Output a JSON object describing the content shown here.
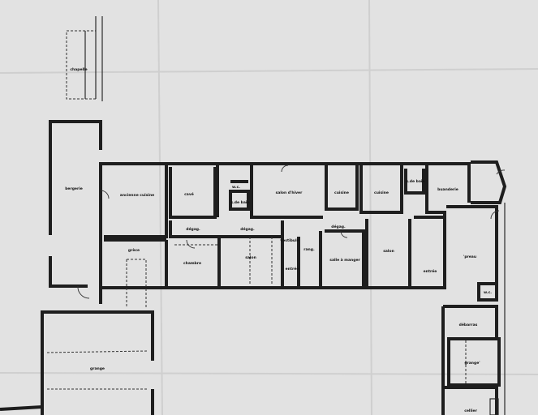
{
  "plan": {
    "rooms": {
      "chapelle": "chapelle",
      "bergerie": "bergerie",
      "ancienne_cuisine": "ancienne cuisine",
      "cave": "cavé",
      "wc_top": "w.c.",
      "sdb_left": "s.de bain",
      "salon_hiver": "salon d'hiver",
      "cuisine_small": "cuisine",
      "cuisine": "cuisine",
      "sdb_right": "s.de bain",
      "buanderie": "buanderie",
      "grece": "grèce",
      "degag_left": "dégag.",
      "degag_mid": "dégag.",
      "degag_right": "dégag.",
      "chambre": "chambre",
      "salon_left": "salon",
      "vestibule": "vestibule",
      "rang": "rang.",
      "entree_left": "entrée",
      "salle_a_manger": "salle à manger",
      "salon_right": "salon",
      "entree_right": "entrée",
      "preau": "'preau",
      "wc_preau": "w.c.",
      "debarras": "débarras",
      "grange_right": "grange'",
      "cellier": "cellier",
      "grange_left": "grange"
    },
    "colors": {
      "paper": "#e2e2e2",
      "ink": "#1e1e1e"
    }
  }
}
